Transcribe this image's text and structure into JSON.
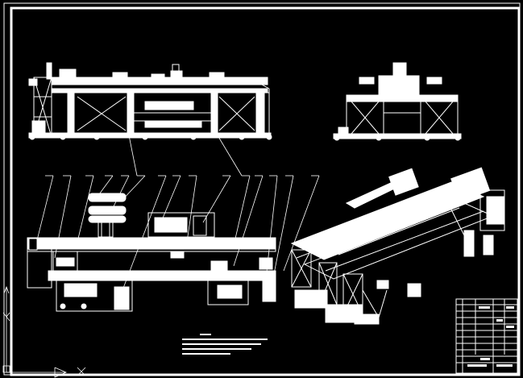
{
  "drawing": {
    "background": "#000000",
    "line_color": "#ffffff",
    "callout_count": 13,
    "views": [
      "front-elevation",
      "side-elevation",
      "plan-view",
      "isometric-view"
    ],
    "blocks": [
      "technical-notes",
      "title-block",
      "ucs-axis-icon"
    ]
  }
}
